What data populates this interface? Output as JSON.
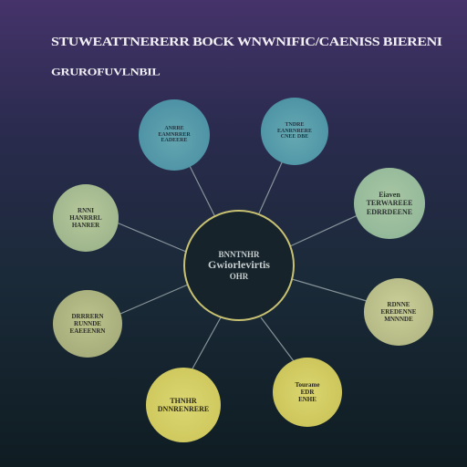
{
  "title": {
    "line1": "STUWEATTNERERR BOCK WNWNIFIC/CAENISS BIERENI",
    "line2": "GRUROFUVLNBIL"
  },
  "hub": {
    "lines": [
      "BNNTNHR",
      "Gwiorlevirtis",
      "OHR"
    ]
  },
  "nodes": [
    {
      "lines": [
        "ANRRE",
        "EAMNRRER",
        "EADEERE"
      ]
    },
    {
      "lines": [
        "TNDRE",
        "EANRNRERE",
        "CNEE DBE"
      ]
    },
    {
      "lines": [
        "Eiaven",
        "TERWAREEE",
        "EDRRDEENE"
      ]
    },
    {
      "lines": [
        "RNNI",
        "HANRRRL",
        "HANRER"
      ]
    },
    {
      "lines": [
        "DRRRERN",
        "RUNNDE",
        "EAEEENRN"
      ]
    },
    {
      "lines": [
        "RDNNE",
        "EREDENNE",
        "MNNNDE"
      ]
    },
    {
      "lines": [
        "THNHR",
        "DNNRENRERE"
      ]
    },
    {
      "lines": [
        "Tourame",
        "EDR",
        "ENHE"
      ]
    }
  ],
  "colors": {
    "hub_border": "#c9c272",
    "link": "#9aa7ab",
    "title": "#f2f0f4"
  }
}
